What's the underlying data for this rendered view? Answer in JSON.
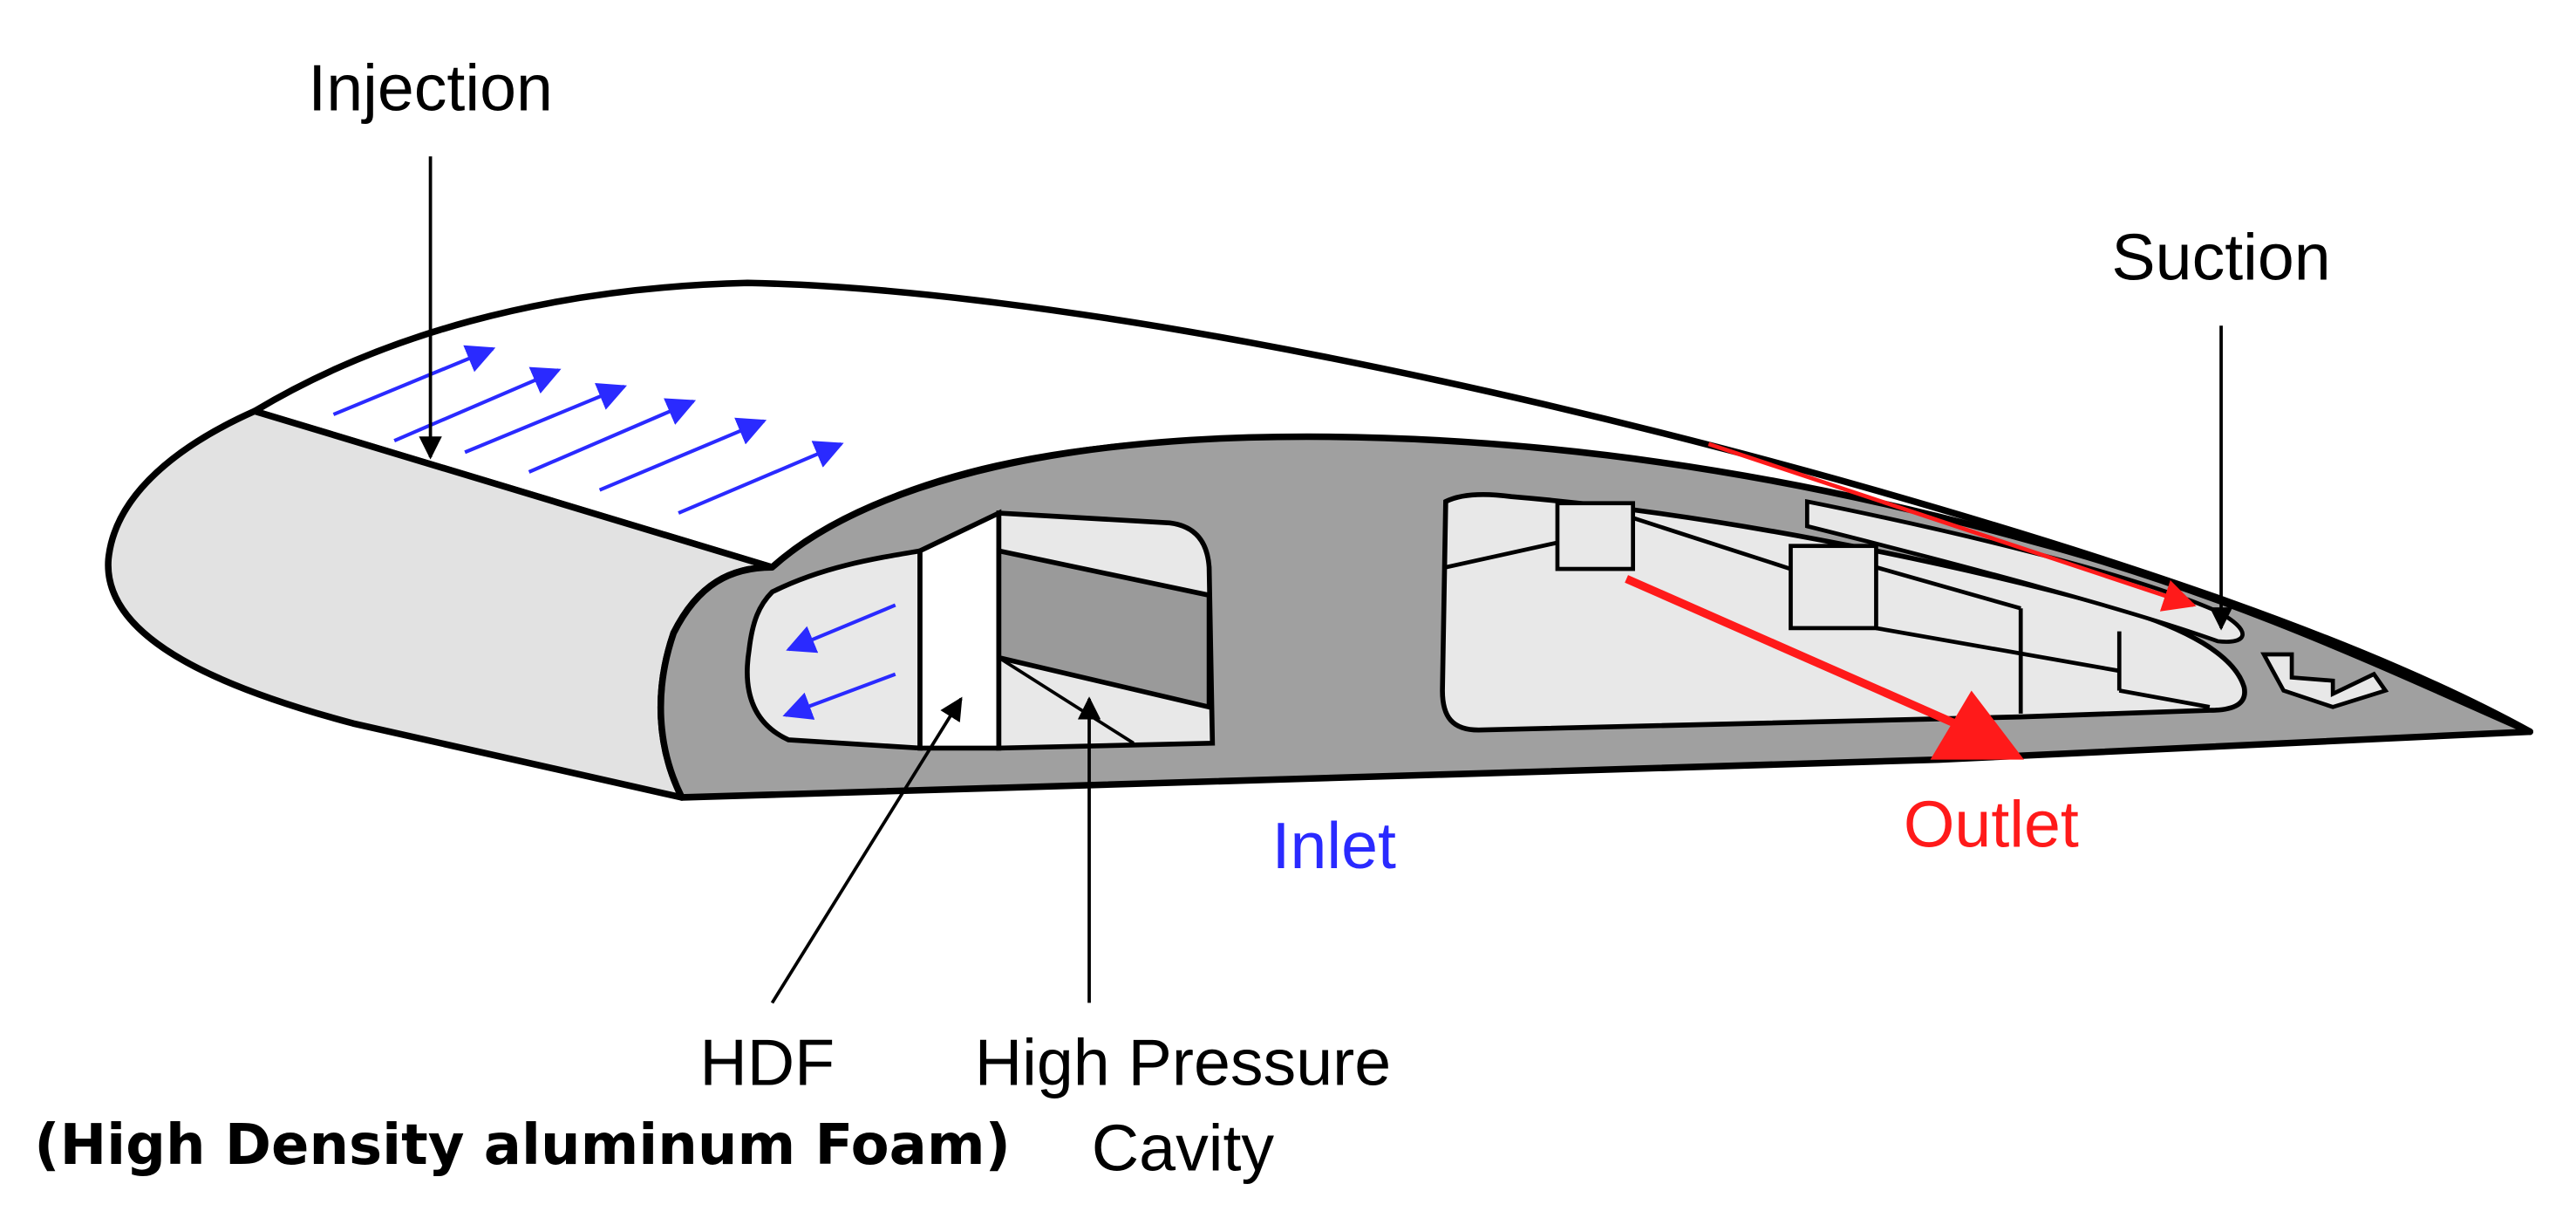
{
  "labels": {
    "injection": "Injection",
    "suction": "Suction",
    "inlet": "Inlet",
    "outlet": "Outlet",
    "hdf": "HDF",
    "hdf_full": "(High Density aluminum Foam)",
    "cavity_line1": "High Pressure",
    "cavity_line2": "Cavity"
  },
  "colors": {
    "outline": "#000000",
    "skin_white": "#ffffff",
    "leading_edge": "#e2e2e2",
    "structure": "#a0a0a0",
    "cavity_fill": "#e8e8e8",
    "dark_spar": "#9a9a9a",
    "inlet_blue": "#2a2aff",
    "outlet_red": "#ff1a1a"
  }
}
